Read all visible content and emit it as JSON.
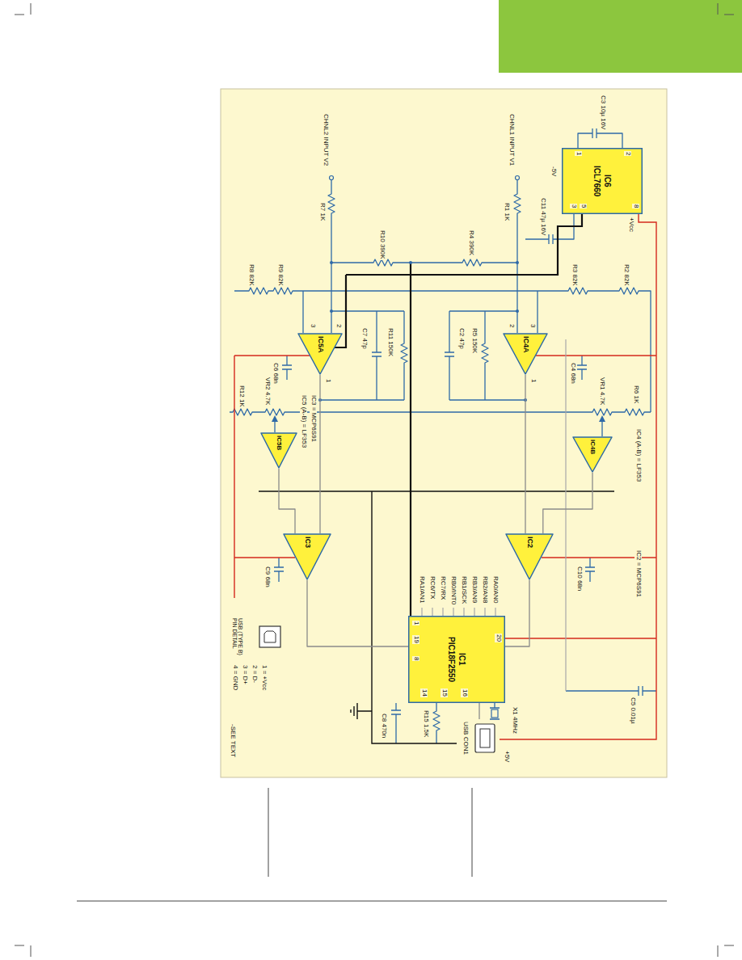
{
  "diagram": {
    "nodes": [
      {
        "text": [
          "IC6",
          "ICL7660"
        ]
      },
      {
        "text": [
          "IC5A"
        ]
      },
      {
        "text": [
          "IC4A"
        ]
      },
      {
        "text": [
          "IC5B"
        ]
      },
      {
        "text": [
          "IC4B"
        ]
      },
      {
        "text": [
          "IC3"
        ]
      },
      {
        "text": [
          "IC2"
        ]
      },
      {
        "text": [
          "IC1",
          "PIC18F2550"
        ]
      },
      {
        "text": [
          "USB (TYPE B) PIN DETAIL"
        ]
      },
      {
        "text": [
          "USB CON1"
        ]
      }
    ],
    "edges": [
      {
        "from": 1,
        "to": 5,
        "arrow": "none"
      },
      {
        "from": 2,
        "to": 6,
        "arrow": "none"
      },
      {
        "from": 3,
        "to": 5,
        "arrow": "none"
      },
      {
        "from": 4,
        "to": 6,
        "arrow": "none"
      },
      {
        "from": 5,
        "to": 7,
        "arrow": "none"
      },
      {
        "from": 6,
        "to": 7,
        "arrow": "none"
      },
      {
        "from": 9,
        "to": 7,
        "arrow": "none"
      }
    ],
    "labels": [
      "CHNL2 INPUT V2",
      "CHNL1 INPUT V1",
      "C3 10µ 16V",
      "1",
      "2",
      "3",
      "5",
      "8",
      "-5V",
      "+Vcc",
      "C11 47µ 16V",
      "R7 1K",
      "R1 1K",
      "R10 390K",
      "R4 390K",
      "R8 82K",
      "R9 82K",
      "R3 82K",
      "R2 82K",
      "C7 47p",
      "R11 150K",
      "C2 47p",
      "R5 150K",
      "3",
      "2",
      "1",
      "2",
      "3",
      "1",
      "C6 68n",
      "C4 68n",
      "R12 1K",
      "VR2 4.7K",
      "VR1 4.7K",
      "R6 1K",
      "IC5 (A-B) = LF353",
      "IC3 = MCP6S91",
      "IC4 (A-B) = LF353",
      "IC2 = MCP6S91",
      "C9 68n",
      "C10 68n",
      "RA1/AN1",
      "RC6/TX",
      "RC7/RX",
      "RB0/INT0",
      "RB1/SCK",
      "RB3/AN9",
      "RB2/AN8",
      "RA0/AN0",
      "1",
      "19",
      "8",
      "20",
      "14",
      "15",
      "16",
      "C8 470n",
      "R15 1.5K",
      "X1 4MHz",
      "C5 0.01µ",
      "+5V",
      "-SEE TEXT",
      "1 = +Vcc",
      "2 = D-",
      "3 = D+",
      "4 = GND"
    ]
  }
}
